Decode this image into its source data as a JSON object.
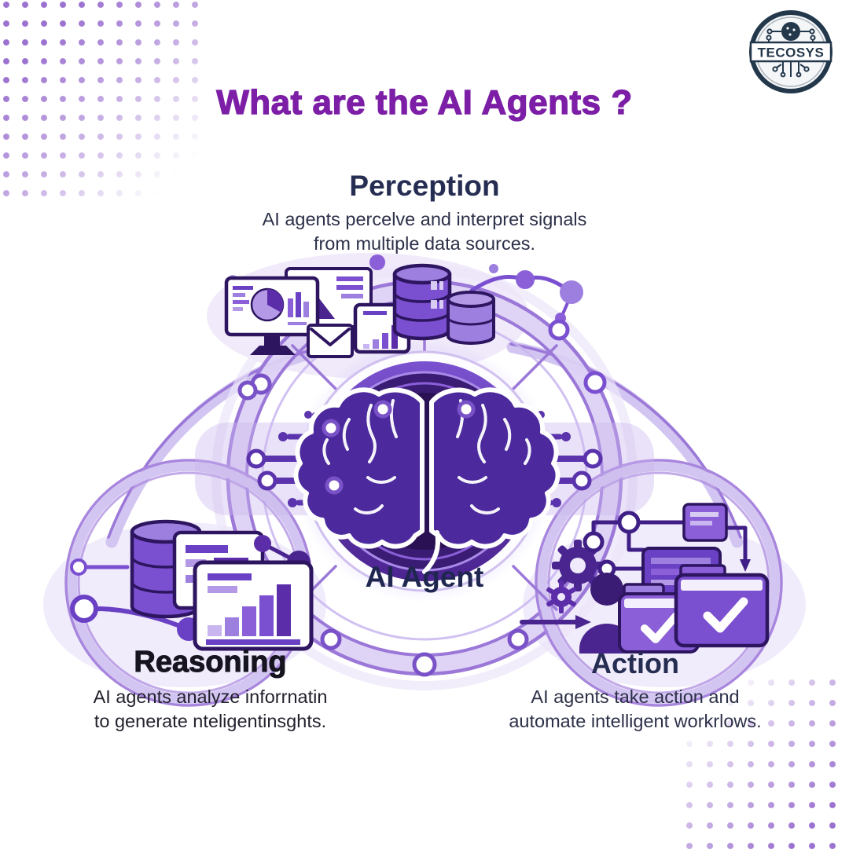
{
  "logo": {
    "text": "TECOSYS"
  },
  "title": {
    "text": "What are the AI Agents ?"
  },
  "center": {
    "label": "AI Agent"
  },
  "sections": {
    "perception": {
      "heading": "Perception",
      "line1": "AI agents percelve and interpret signals",
      "line2": "from multiple data sources."
    },
    "reasoning": {
      "heading": "Reasoning",
      "line1": "AI agents analyze inforrnatin",
      "line2": "to generate nteligentinsghts."
    },
    "action": {
      "heading": "Action",
      "line1": "AI agents take action and",
      "line2": "automate intelligent workrlows."
    }
  },
  "colors": {
    "title": "#7c1fa6",
    "heading_navy": "#262d52",
    "reasoning_heading": "#16141f",
    "body_text": "#2c3048",
    "dots": "#9c72d0",
    "illustration_ink": "#2d1560",
    "illustration_primary": "#6a41c4",
    "badge_core": "#2a1154",
    "logo_navy": "#24384c"
  },
  "icons": {
    "perception": [
      "monitor-chart-icon",
      "image-screen-icon",
      "envelope-icon",
      "tablet-chart-icon",
      "database-icon",
      "database-small-icon",
      "network-dots-icon"
    ],
    "reasoning": [
      "database-icon",
      "report-card-icon",
      "bar-chart-card-icon",
      "network-nodes-icon"
    ],
    "action": [
      "gear-icon",
      "mini-gear-icon",
      "person-icon",
      "flowchart-icon",
      "message-card-icon",
      "folder-check-icon",
      "folder-check-large-icon",
      "arrow-right-icon"
    ],
    "center": [
      "brain-icon"
    ]
  }
}
